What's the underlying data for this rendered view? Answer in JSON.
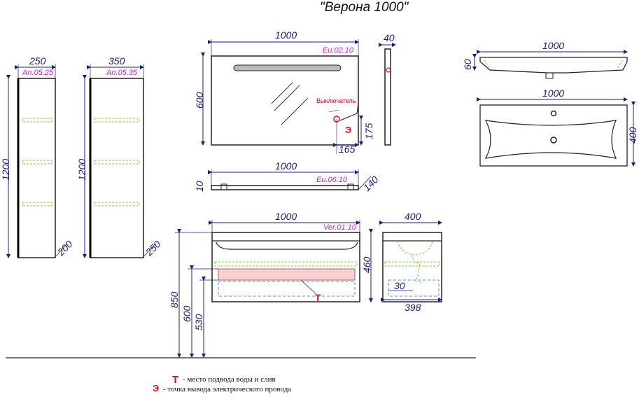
{
  "title": "\"Верона 1000\"",
  "cabinets": {
    "small": {
      "width": "250",
      "code": "An.05.25",
      "height": "1200",
      "depth": "200"
    },
    "large": {
      "width": "350",
      "code": "An.05.35",
      "height": "1200",
      "depth": "250"
    }
  },
  "mirror": {
    "width": "1000",
    "code": "Eu.02.10",
    "height": "600",
    "depth": "40",
    "switch_label": "Выключатель",
    "socket_x": "165",
    "socket_y": "175"
  },
  "shelf": {
    "width": "1000",
    "code": "Eu.06.10",
    "thickness": "10",
    "depth": "140"
  },
  "basin": {
    "top_width": "1000",
    "top_height": "60",
    "plan_width": "1000",
    "plan_depth": "400"
  },
  "vanity": {
    "width": "1000",
    "code": "Ver.01.10",
    "height": "460",
    "mount_height": "850",
    "pipe_height_600": "600",
    "pipe_height_530": "530"
  },
  "vanity_side": {
    "depth": "400",
    "bottom_depth": "398",
    "offset": "30"
  },
  "markers": {
    "water": "Т",
    "electric": "Э"
  },
  "legend": {
    "water_text": "- место подвода воды и слив",
    "electric_text": "- точка вывода электрического провода"
  },
  "colors": {
    "dimension": "#1a1a8c",
    "code": "#cc22cc",
    "marker": "#e01010",
    "shelf_dash": "#7ccc3c"
  }
}
